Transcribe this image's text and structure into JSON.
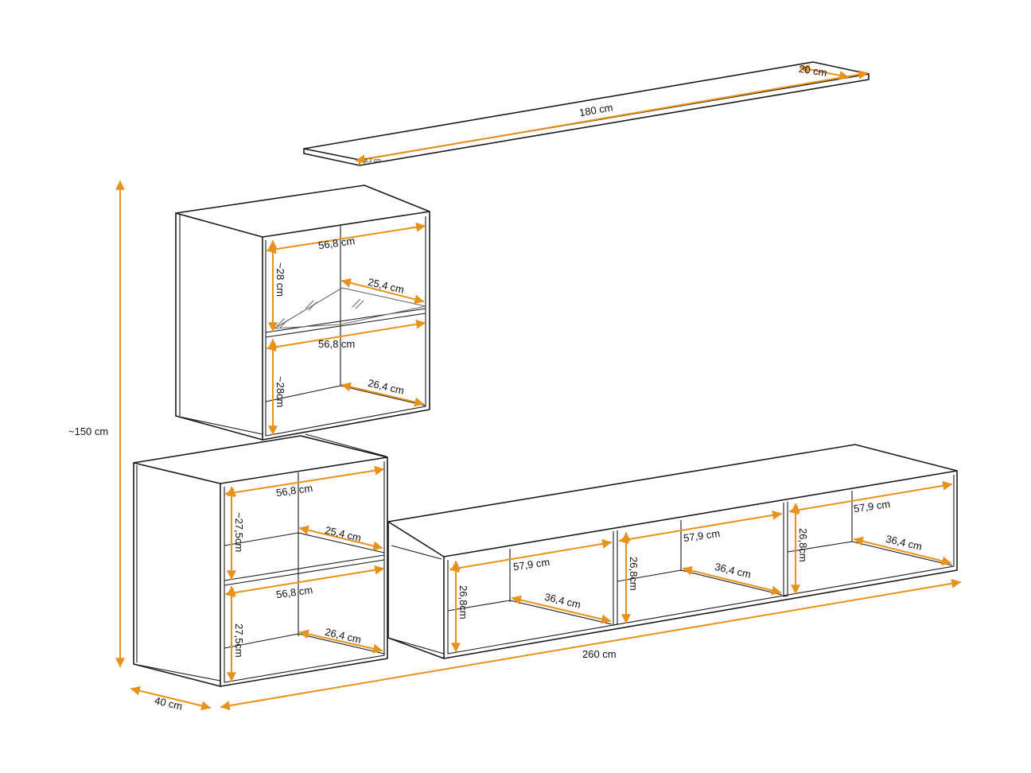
{
  "colors": {
    "dimension": "#e8921c",
    "outline": "#1a1a1a",
    "glass": "#6b6b6b",
    "background": "#ffffff"
  },
  "labels": {
    "shelf_length": "180 cm",
    "shelf_depth": "20 cm",
    "shelf_thickness": "3,2 cm",
    "total_height": "~150 cm",
    "depth": "40 cm",
    "total_width": "260 cm",
    "upper_top_width": "56,8 cm",
    "upper_top_height": "~28 cm",
    "upper_top_depth": "25,4 cm",
    "upper_bottom_width": "56,8 cm",
    "upper_bottom_height": "~28cm",
    "upper_bottom_depth": "26,4 cm",
    "lower_top_width": "56,8 cm",
    "lower_top_height": "~27,5cm",
    "lower_top_depth": "25,4 cm",
    "lower_bottom_width": "56,8 cm",
    "lower_bottom_height": "27,5cm",
    "lower_bottom_depth": "26,4 cm",
    "tv1_width": "57,9 cm",
    "tv1_height": "26,8cm",
    "tv1_depth": "36,4 cm",
    "tv2_width": "57,9 cm",
    "tv2_height": "26,8cm",
    "tv2_depth": "36,4 cm",
    "tv3_width": "57,9 cm",
    "tv3_height": "26,8cm",
    "tv3_depth": "36,4 cm"
  }
}
